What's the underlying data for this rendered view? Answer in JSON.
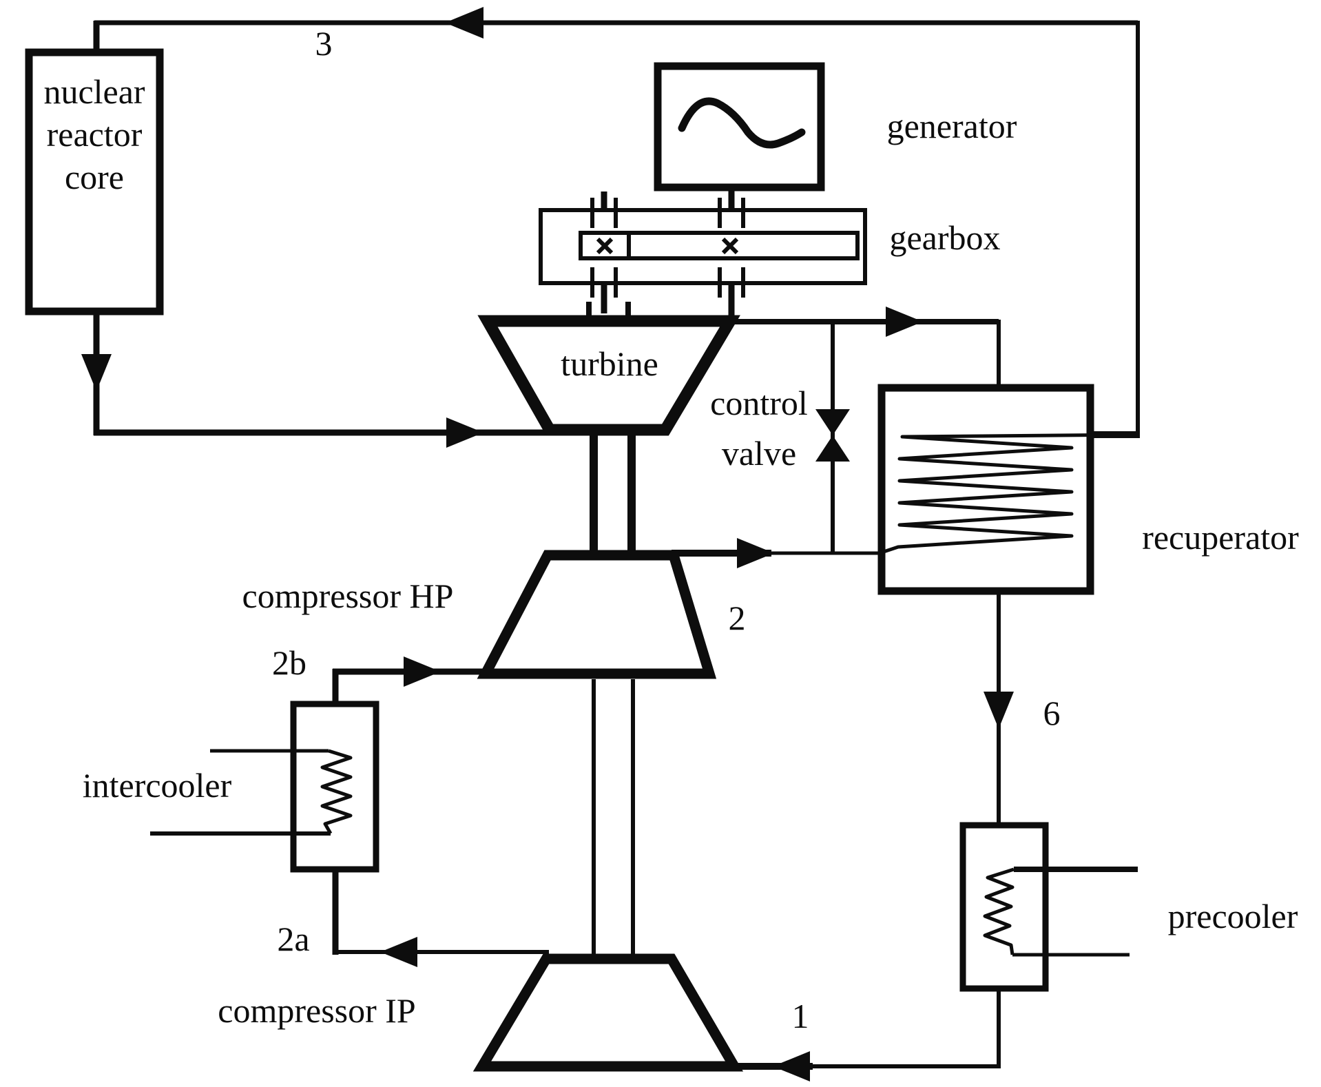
{
  "colors": {
    "ink": "#0d0d0d",
    "background": "#ffffff"
  },
  "diagram": {
    "type": "closed-cycle gas turbine plant schematic",
    "reactor": {
      "lines": [
        "nuclear",
        "reactor",
        "core"
      ]
    },
    "generator_label": "generator",
    "gearbox_label": "gearbox",
    "turbine_label": "turbine",
    "control_valve": {
      "lines": [
        "control",
        "valve"
      ]
    },
    "recuperator_label": "recuperator",
    "compressor_hp_label": "compressor HP",
    "intercooler_label": "intercooler",
    "compressor_ip_label": "compressor IP",
    "precooler_label": "precooler",
    "streams": {
      "reactor_inlet": "3",
      "hp_outlet": "2",
      "hp_inlet": "2b",
      "ip_outlet": "2a",
      "ip_inlet": "1",
      "recuperator_outlet": "6"
    }
  }
}
